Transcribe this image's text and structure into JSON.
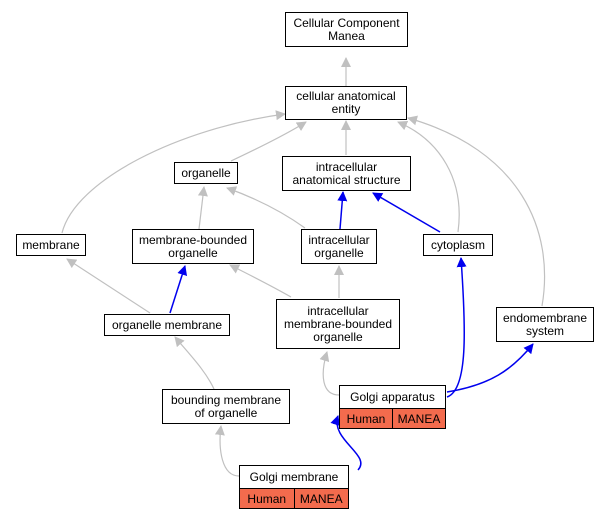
{
  "colors": {
    "grey_edge": "#c0c0c0",
    "blue_edge": "#0000ee",
    "species_cell": "#f36b4d"
  },
  "nodes": {
    "root": "Cellular Component\nManea",
    "cae": "cellular anatomical\nentity",
    "organelle": "organelle",
    "ias": "intracellular\nanatomical structure",
    "membrane": "membrane",
    "mbo": "membrane-bounded\norganelle",
    "io": "intracellular\norganelle",
    "cytoplasm": "cytoplasm",
    "om": "organelle membrane",
    "imbo": "intracellular\nmembrane-bounded\norganelle",
    "endo": "endomembrane\nsystem",
    "bmo": "bounding membrane\nof organelle"
  },
  "gene_products": {
    "golgi_apparatus": {
      "title": "Golgi apparatus",
      "species": "Human",
      "gene": "MANEA"
    },
    "golgi_membrane": {
      "title": "Golgi membrane",
      "species": "Human",
      "gene": "MANEA"
    }
  }
}
